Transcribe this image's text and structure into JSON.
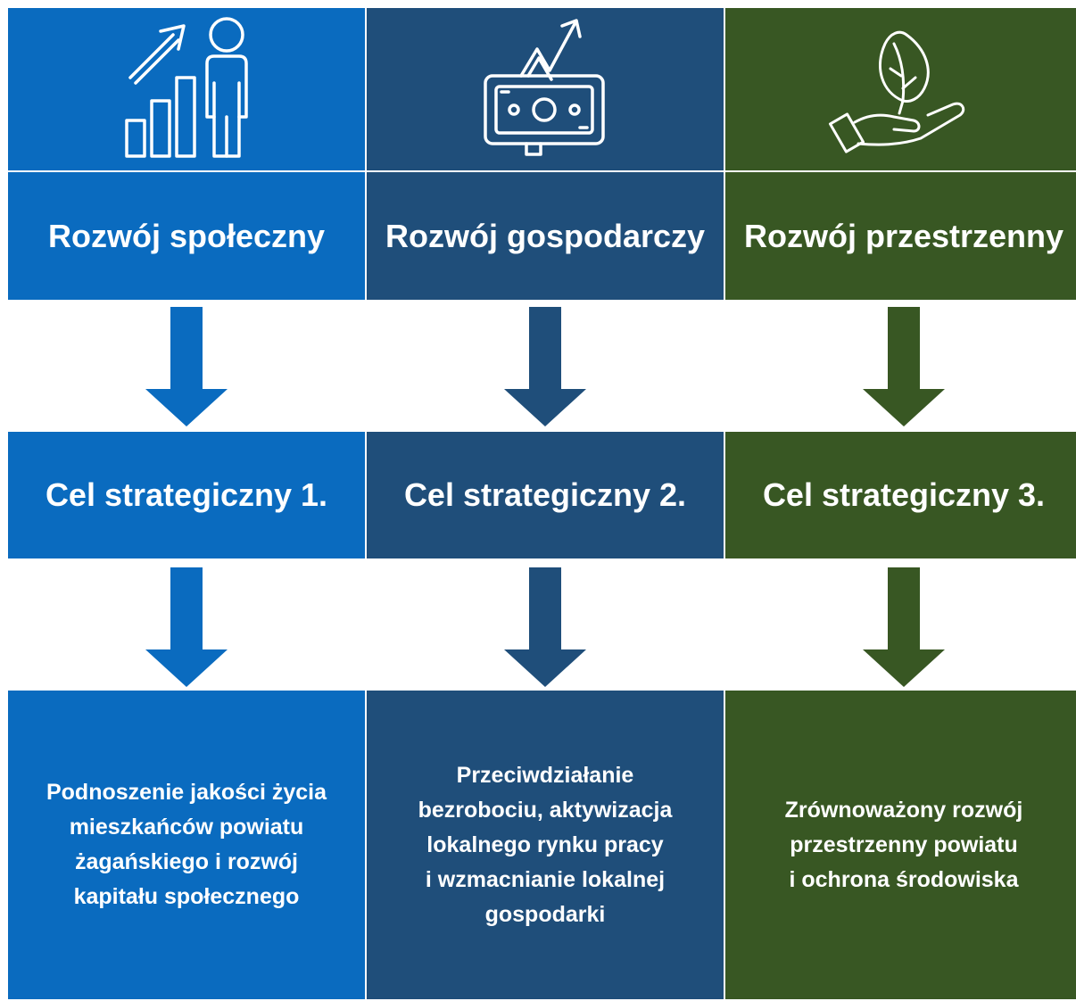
{
  "colors": {
    "social": "#0A6BBF",
    "economic": "#1F4E7A",
    "spatial": "#385723"
  },
  "columns": [
    {
      "icon": "growth-person-icon",
      "title": "Rozwój społeczny",
      "goal": "Cel strategiczny 1.",
      "description": "Podnoszenie jakości życia\nmieszkańców powiatu\nżagańskiego i rozwój\nkapitału społecznego"
    },
    {
      "icon": "money-growth-icon",
      "title": "Rozwój gospodarczy",
      "goal": "Cel strategiczny 2.",
      "description": "Przeciwdziałanie\nbezrobociu, aktywizacja\nlokalnego rynku pracy\ni wzmacnianie lokalnej\ngospodarki"
    },
    {
      "icon": "hand-leaf-icon",
      "title": "Rozwój przestrzenny",
      "goal": "Cel strategiczny 3.",
      "description": "Zrównoważony rozwój\nprzestrzenny powiatu\ni ochrona środowiska"
    }
  ]
}
